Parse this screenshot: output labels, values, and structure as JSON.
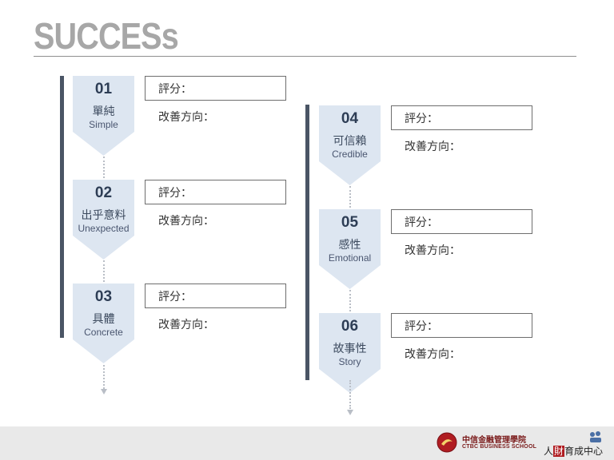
{
  "slide": {
    "title": "SUCCESs",
    "score_label": "評分：",
    "improve_label": "改善方向：",
    "steps": [
      {
        "num": "01",
        "zh": "單純",
        "en": "Simple"
      },
      {
        "num": "02",
        "zh": "出乎意料",
        "en": "Unexpected"
      },
      {
        "num": "03",
        "zh": "具體",
        "en": "Concrete"
      },
      {
        "num": "04",
        "zh": "可信賴",
        "en": "Credible"
      },
      {
        "num": "05",
        "zh": "感性",
        "en": "Emotional"
      },
      {
        "num": "06",
        "zh": "故事性",
        "en": "Story"
      }
    ]
  },
  "footer": {
    "logo1_zh": "中信金融管理學院",
    "logo1_en": "CTBC BUSINESS SCHOOL",
    "logo2_a": "人",
    "logo2_b": "財",
    "logo2_c": "育成中心"
  },
  "colors": {
    "chevron_fill": "#dde6f1",
    "bar": "#4a5565",
    "title": "#a7a7a7",
    "brand_red": "#b01d22"
  }
}
